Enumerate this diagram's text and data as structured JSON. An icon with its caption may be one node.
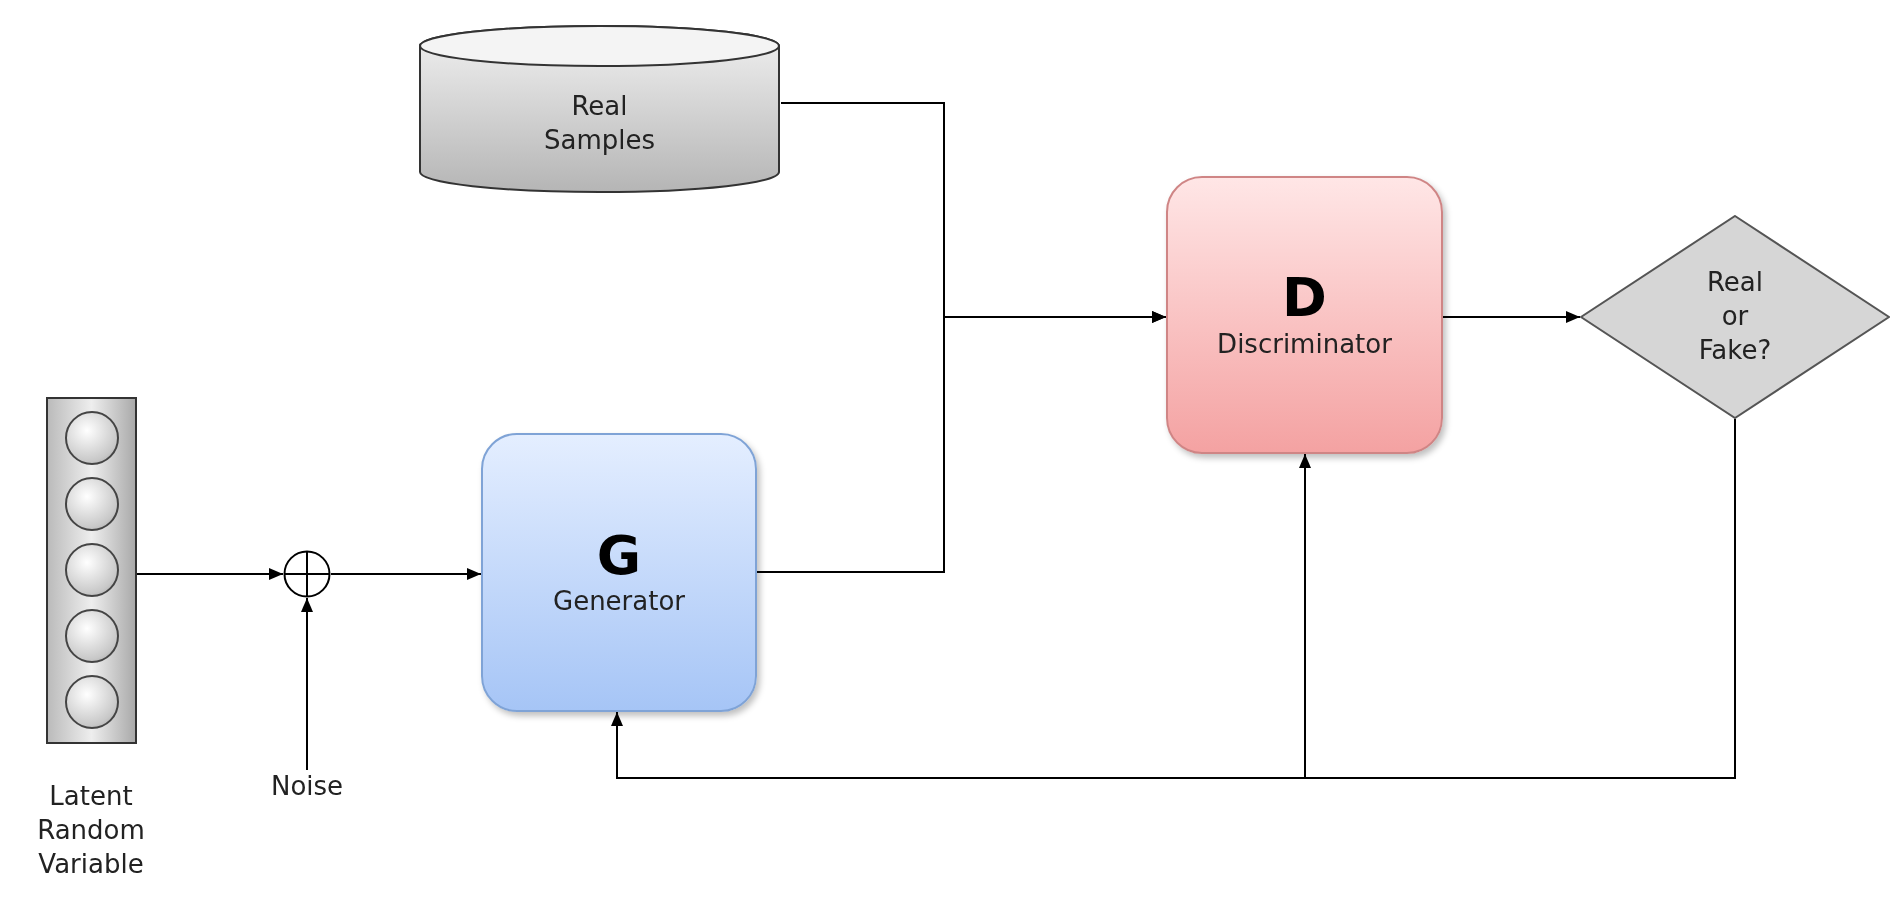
{
  "diagram": {
    "nodes": [
      {
        "text": [
          "Latent Random Variable"
        ]
      },
      {
        "text": [],
        "shape": "circle"
      },
      {
        "text": [
          "Noise"
        ]
      },
      {
        "text": [
          "G",
          "Generator"
        ]
      },
      {
        "text": [
          "Real Samples"
        ]
      },
      {
        "text": [
          "D",
          "Discriminator"
        ]
      },
      {
        "text": [
          "Real or Fake?"
        ]
      }
    ],
    "edges": [
      {
        "from": 0,
        "to": 1,
        "arrow": "to"
      },
      {
        "from": 2,
        "to": 1,
        "arrow": "to"
      },
      {
        "from": 1,
        "to": 3,
        "arrow": "to"
      },
      {
        "from": 4,
        "to": 5,
        "arrow": "to"
      },
      {
        "from": 3,
        "to": 5,
        "arrow": "to"
      },
      {
        "from": 5,
        "to": 6,
        "arrow": "to"
      },
      {
        "from": 6,
        "to": 3,
        "arrow": "to"
      },
      {
        "from": 6,
        "to": 5,
        "arrow": "to"
      }
    ]
  }
}
